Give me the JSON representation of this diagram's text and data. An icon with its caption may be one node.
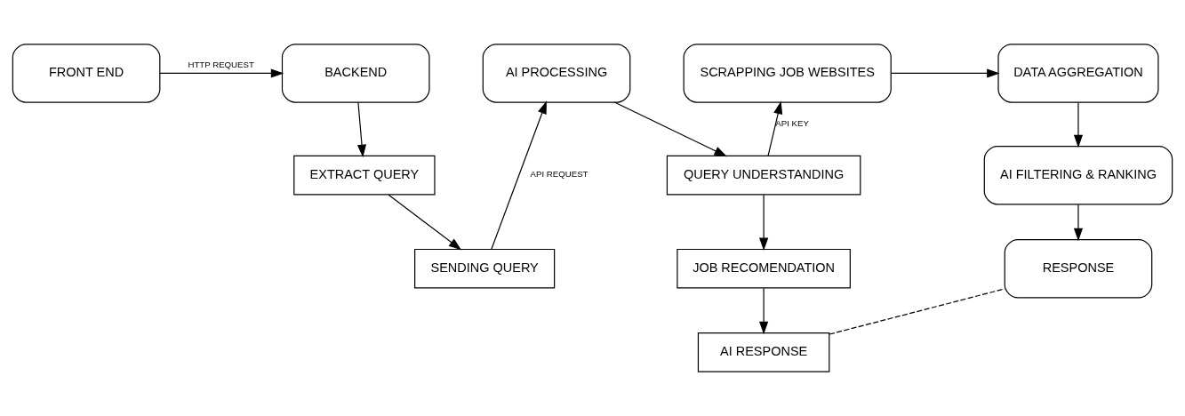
{
  "diagram": {
    "nodes": [
      {
        "text": [
          "FRONT END"
        ]
      },
      {
        "text": [
          "BACKEND"
        ]
      },
      {
        "text": [
          "EXTRACT QUERY"
        ]
      },
      {
        "text": [
          "SENDING QUERY"
        ]
      },
      {
        "text": [
          "AI PROCESSING"
        ]
      },
      {
        "text": [
          "QUERY UNDERSTANDING"
        ]
      },
      {
        "text": [
          "JOB RECOMENDATION"
        ]
      },
      {
        "text": [
          "AI RESPONSE"
        ]
      },
      {
        "text": [
          "SCRAPPING JOB WEBSITES"
        ]
      },
      {
        "text": [
          "DATA AGGREGATION"
        ]
      },
      {
        "text": [
          "AI FILTERING & RANKING"
        ]
      },
      {
        "text": [
          "RESPONSE"
        ]
      }
    ],
    "edges": [
      {
        "from": 0,
        "to": 1,
        "arrow": "to",
        "label": "HTTP REQUEST"
      },
      {
        "from": 1,
        "to": 2,
        "arrow": "to"
      },
      {
        "from": 2,
        "to": 3,
        "arrow": "to"
      },
      {
        "from": 3,
        "to": 4,
        "arrow": "to",
        "label": "API REQUEST"
      },
      {
        "from": 4,
        "to": 5,
        "arrow": "to"
      },
      {
        "from": 5,
        "to": 8,
        "arrow": "to",
        "label": "API KEY"
      },
      {
        "from": 8,
        "to": 9,
        "arrow": "to"
      },
      {
        "from": 9,
        "to": 10,
        "arrow": "to"
      },
      {
        "from": 10,
        "to": 11,
        "arrow": "to"
      },
      {
        "from": 5,
        "to": 6,
        "arrow": "to"
      },
      {
        "from": 6,
        "to": 7,
        "arrow": "to"
      },
      {
        "from": 7,
        "to": 11,
        "arrow": "none",
        "style": "dashed"
      }
    ]
  }
}
